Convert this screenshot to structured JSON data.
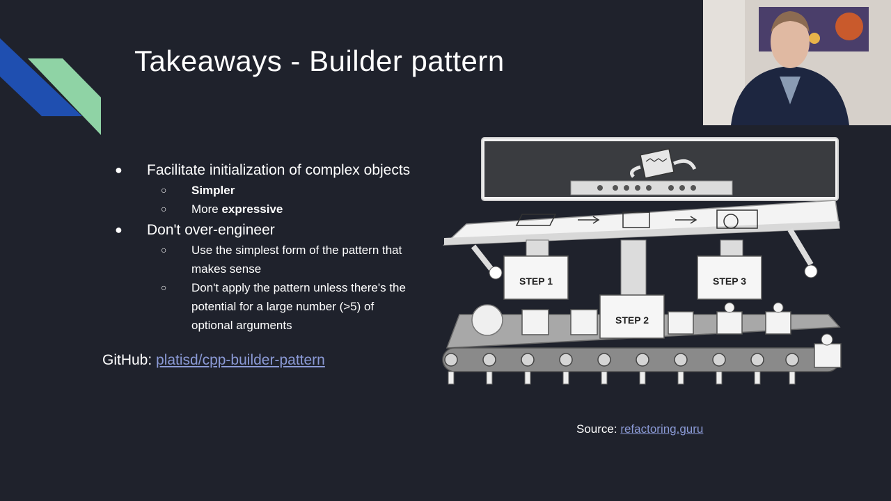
{
  "slide": {
    "title": "Takeaways - Builder pattern",
    "bullets": [
      {
        "text": "Facilitate initialization of complex objects",
        "sub": [
          {
            "parts": [
              {
                "text": "Simpler",
                "bold": true
              }
            ]
          },
          {
            "parts": [
              {
                "text": "More ",
                "bold": false
              },
              {
                "text": "expressive",
                "bold": true
              }
            ]
          }
        ]
      },
      {
        "text": "Don't over-engineer",
        "sub": [
          {
            "lines": [
              "Use the simplest form of the pattern that",
              "makes sense"
            ]
          },
          {
            "lines": [
              "Don't apply the pattern unless there's the",
              "potential for a large number (>5) of",
              "optional arguments"
            ]
          }
        ]
      }
    ],
    "github": {
      "label": "GitHub: ",
      "link": "platisd/cpp-builder-pattern"
    },
    "source": {
      "label": "Source: ",
      "link": "refactoring.guru"
    }
  },
  "illustration": {
    "steps": [
      "STEP 1",
      "STEP 2",
      "STEP 3"
    ]
  },
  "colors": {
    "background": "#1f222c",
    "accent_blue": "#1f4fb0",
    "accent_green": "#8fd3a5",
    "link": "#8b9ad6"
  }
}
